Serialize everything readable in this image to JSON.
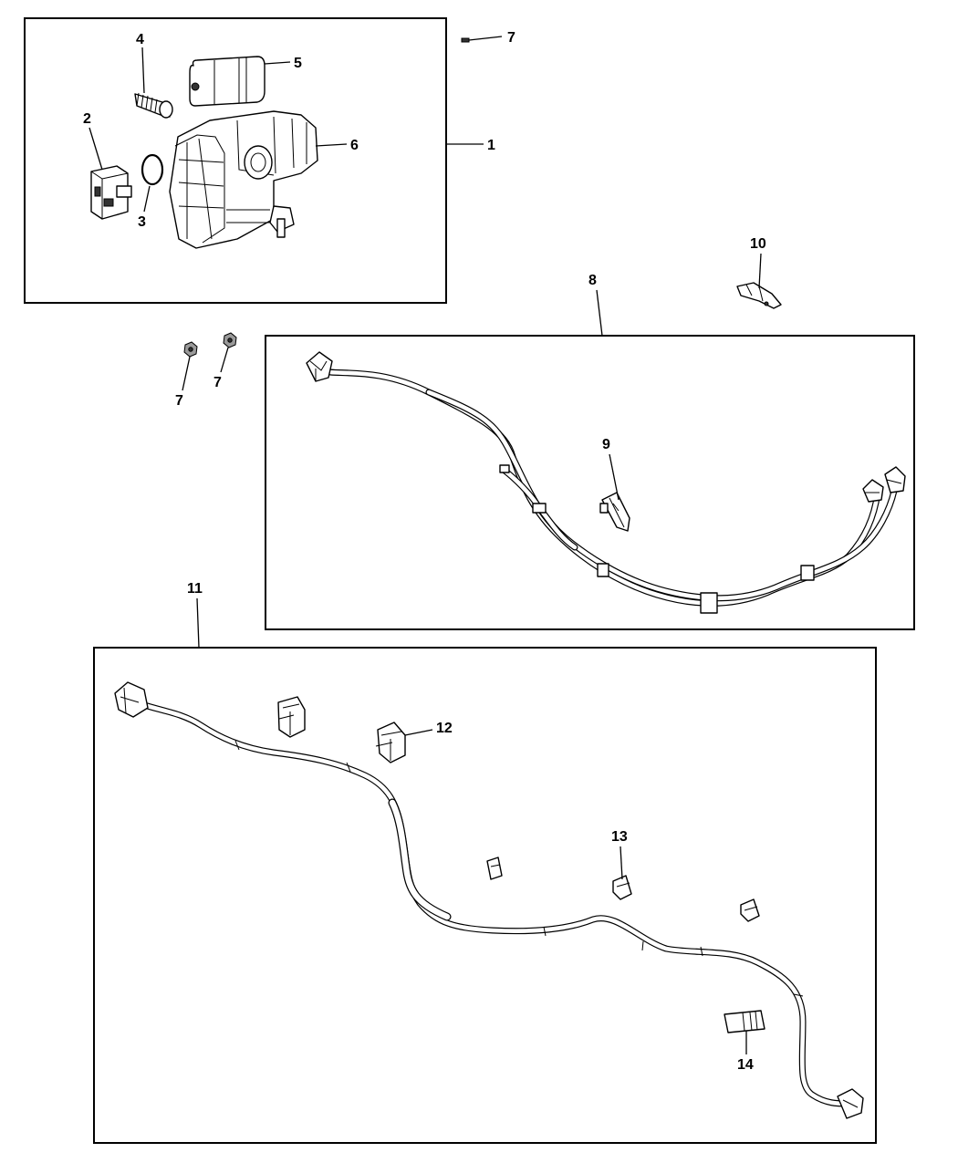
{
  "callouts": {
    "c1": "1",
    "c2": "2",
    "c3": "3",
    "c4": "4",
    "c5": "5",
    "c6": "6",
    "c7a": "7",
    "c7b": "7",
    "c7c": "7",
    "c8": "8",
    "c9": "9",
    "c10": "10",
    "c11": "11",
    "c12": "12",
    "c13": "13",
    "c14": "14"
  }
}
